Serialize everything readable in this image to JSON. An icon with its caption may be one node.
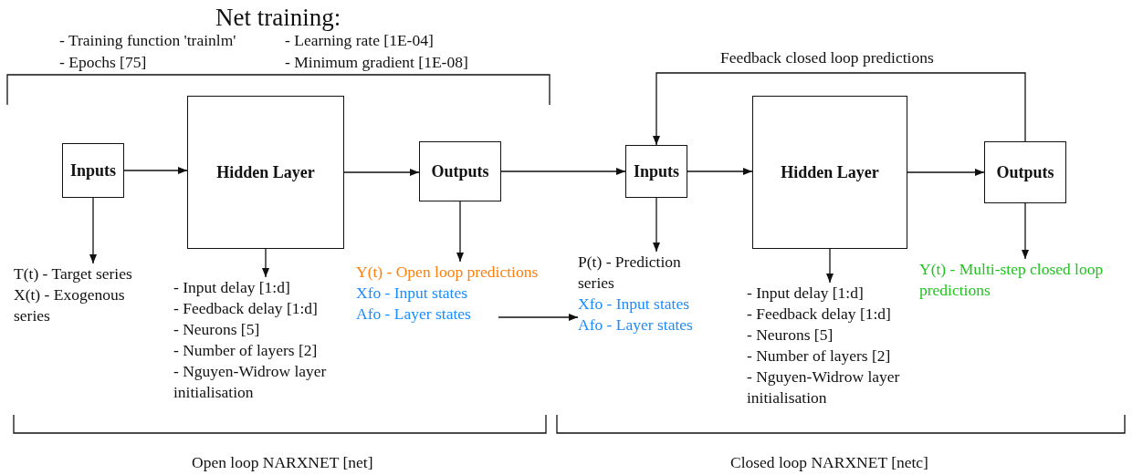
{
  "diagram": {
    "title": "Net training:",
    "nodes": [
      {
        "text": [
          "Inputs"
        ]
      },
      {
        "text": [
          "Hidden Layer"
        ]
      },
      {
        "text": [
          "Outputs"
        ]
      },
      {
        "text": [
          "Inputs"
        ]
      },
      {
        "text": [
          "Hidden Layer"
        ]
      },
      {
        "text": [
          "Outputs"
        ]
      },
      {
        "text": [
          "T(t) - Target series",
          "X(t) - Exogenous series"
        ]
      },
      {
        "text": [
          "- Input delay [1:d]",
          "- Feedback delay [1:d]",
          "- Neurons [5]",
          "- Number of layers [2]",
          "- Nguyen-Widrow layer initialisation"
        ]
      },
      {
        "text": [
          "Y(t) - Open loop predictions",
          "Xfo - Input states",
          "Afo - Layer states"
        ]
      },
      {
        "text": [
          "P(t) - Prediction series",
          "Xfo - Input states",
          "Afo - Layer states"
        ]
      },
      {
        "text": [
          "- Input delay [1:d]",
          "- Feedback delay [1:d]",
          "- Neurons [5]",
          "- Number of layers [2]",
          "- Nguyen-Widrow layer initialisation"
        ]
      },
      {
        "text": [
          "Y(t) - Multi-step closed loop predictions"
        ]
      }
    ],
    "edges": [
      {
        "from": 0,
        "to": 1,
        "arrow": "to"
      },
      {
        "from": 1,
        "to": 2,
        "arrow": "to"
      },
      {
        "from": 2,
        "to": 3,
        "arrow": "to"
      },
      {
        "from": 3,
        "to": 4,
        "arrow": "to"
      },
      {
        "from": 4,
        "to": 5,
        "arrow": "to"
      },
      {
        "from": 5,
        "to": 3,
        "arrow": "to",
        "label": "Feedback closed loop predictions"
      },
      {
        "from": 0,
        "to": 6,
        "arrow": "to"
      },
      {
        "from": 1,
        "to": 7,
        "arrow": "to"
      },
      {
        "from": 2,
        "to": 8,
        "arrow": "to"
      },
      {
        "from": 3,
        "to": 9,
        "arrow": "to"
      },
      {
        "from": 4,
        "to": 10,
        "arrow": "to"
      },
      {
        "from": 5,
        "to": 11,
        "arrow": "to"
      },
      {
        "from": 8,
        "to": 9,
        "arrow": "to"
      }
    ],
    "labels": [
      "- Training function 'trainlm'",
      "- Learning rate [1E-04]",
      "- Epochs [75]",
      "- Minimum gradient [1E-08]",
      "Open loop NARXNET [net]",
      "Closed loop NARXNET [netc]"
    ]
  }
}
